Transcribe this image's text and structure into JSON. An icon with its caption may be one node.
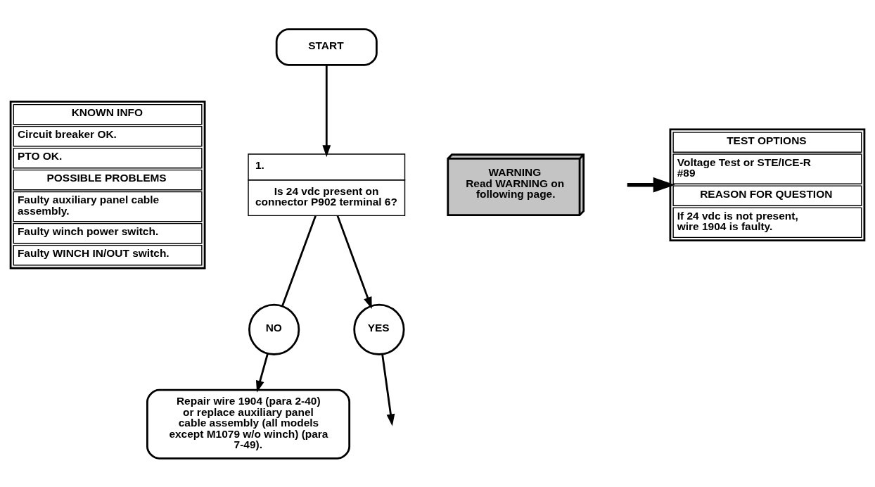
{
  "diagram": {
    "nodes": [
      {
        "text": [
          "START"
        ]
      },
      {
        "text": [
          "1.",
          "Is 24 vdc present on connector P902 terminal 6?"
        ]
      },
      {
        "text": [
          "WARNING",
          "Read WARNING on following page."
        ]
      },
      {
        "text": [
          "KNOWN INFO",
          "Circuit breaker OK.",
          "PTO OK.",
          "POSSIBLE PROBLEMS",
          "Faulty auxiliary panel cable assembly.",
          "Faulty winch power switch.",
          "Faulty WINCH IN/OUT switch."
        ]
      },
      {
        "text": [
          "TEST OPTIONS",
          "Voltage Test or STE/ICE-R #89",
          "REASON FOR QUESTION",
          "If 24 vdc is not present, wire 1904 is faulty."
        ]
      },
      {
        "text": [
          "NO"
        ]
      },
      {
        "text": [
          "YES"
        ]
      },
      {
        "text": [
          "Repair wire 1904 (para 2-40) or replace auxiliary panel cable assembly (all models except M1079 w/o winch) (para 7-49)."
        ]
      }
    ],
    "edges": [
      {
        "from": 0,
        "to": 1,
        "arrow": "to"
      },
      {
        "from": 1,
        "to": 5,
        "arrow": "none"
      },
      {
        "from": 5,
        "to": 7,
        "arrow": "to"
      },
      {
        "from": 1,
        "to": 6,
        "arrow": "to"
      },
      {
        "from": 6,
        "to": null,
        "arrow": "to"
      },
      {
        "from": null,
        "to": 4,
        "arrow": "to",
        "style": "thick"
      }
    ]
  }
}
